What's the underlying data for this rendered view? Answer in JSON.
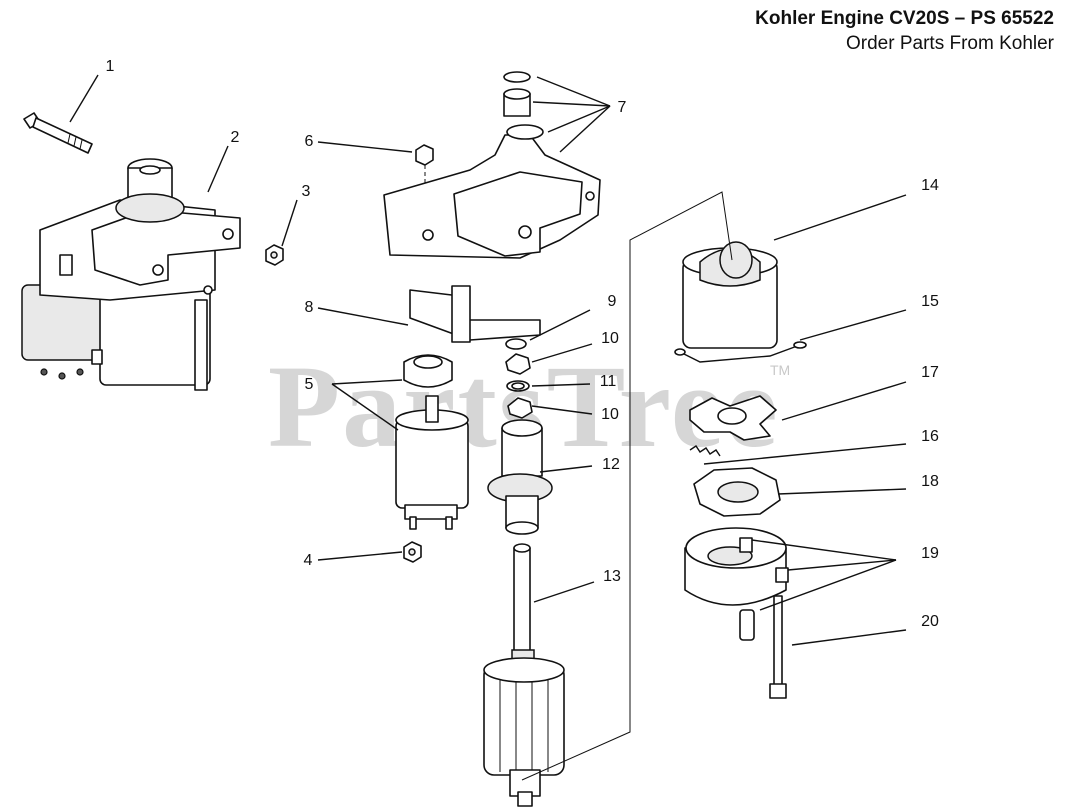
{
  "header": {
    "title": "Kohler Engine CV20S – PS 65522",
    "subtitle": "Order Parts From Kohler"
  },
  "watermark": {
    "text": "PartsTree",
    "trademark": "TM"
  },
  "callouts": [
    "1",
    "2",
    "3",
    "4",
    "5",
    "6",
    "7",
    "8",
    "9",
    "10",
    "10",
    "11",
    "12",
    "13",
    "14",
    "15",
    "16",
    "17",
    "18",
    "19",
    "20"
  ]
}
